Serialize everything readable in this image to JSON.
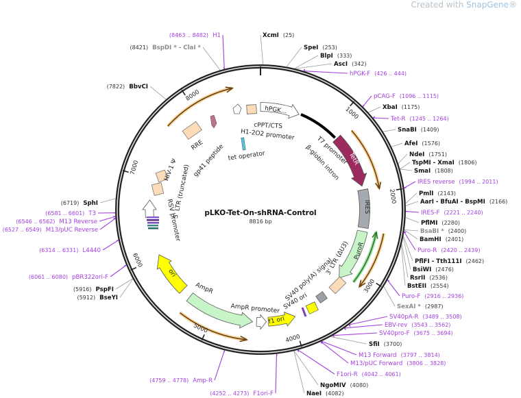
{
  "watermark": {
    "prefix": "Created with ",
    "brand": "SnapGene",
    "suffix": "®"
  },
  "plasmid": {
    "name": "pLKO-Tet-On-shRNA-Control",
    "length": "8816 bp"
  },
  "ticks": [
    "1000",
    "2000",
    "3000",
    "4000",
    "5000",
    "6000",
    "7000",
    "8000"
  ],
  "sites": [
    {
      "name": "H1",
      "pos": "(8463 .. 8482)",
      "kind": "primer"
    },
    {
      "name": "BspDI * - ClaI *",
      "pos": "(8421)",
      "kind": "nonunique"
    },
    {
      "name": "XcmI",
      "pos": "(25)",
      "kind": "enzyme"
    },
    {
      "name": "SpeI",
      "pos": "(253)",
      "kind": "enzyme"
    },
    {
      "name": "BlpI",
      "pos": "(333)",
      "kind": "enzyme"
    },
    {
      "name": "AscI",
      "pos": "(342)",
      "kind": "enzyme"
    },
    {
      "name": "hPGK-F",
      "pos": "(426 .. 444)",
      "kind": "primer"
    },
    {
      "name": "BbvCI",
      "pos": "(7822)",
      "kind": "enzyme"
    },
    {
      "name": "pCAG-F",
      "pos": "(1096 .. 1115)",
      "kind": "primer"
    },
    {
      "name": "XbaI",
      "pos": "(1175)",
      "kind": "enzyme"
    },
    {
      "name": "Tet-R",
      "pos": "(1245 .. 1264)",
      "kind": "primer"
    },
    {
      "name": "SnaBI",
      "pos": "(1409)",
      "kind": "enzyme"
    },
    {
      "name": "AfeI",
      "pos": "(1576)",
      "kind": "enzyme"
    },
    {
      "name": "NdeI",
      "pos": "(1751)",
      "kind": "enzyme"
    },
    {
      "name": "TspMI - XmaI",
      "pos": "(1806)",
      "kind": "enzyme"
    },
    {
      "name": "SmaI",
      "pos": "(1808)",
      "kind": "enzyme"
    },
    {
      "name": "IRES reverse",
      "pos": "(1994 .. 2011)",
      "kind": "primer"
    },
    {
      "name": "PmlI",
      "pos": "(2143)",
      "kind": "enzyme"
    },
    {
      "name": "AarI - BfuAI - BspMI",
      "pos": "(2166)",
      "kind": "enzyme"
    },
    {
      "name": "IRES-F",
      "pos": "(2221 .. 2240)",
      "kind": "primer"
    },
    {
      "name": "PflMI",
      "pos": "(2280)",
      "kind": "enzyme"
    },
    {
      "name": "BsaBI *",
      "pos": "(2400)",
      "kind": "nonunique"
    },
    {
      "name": "BamHI",
      "pos": "(2401)",
      "kind": "enzyme"
    },
    {
      "name": "Puro-R",
      "pos": "(2420 .. 2439)",
      "kind": "primer"
    },
    {
      "name": "PflFI - Tth111I",
      "pos": "(2462)",
      "kind": "enzyme"
    },
    {
      "name": "BsiWI",
      "pos": "(2476)",
      "kind": "enzyme"
    },
    {
      "name": "RsrII",
      "pos": "(2536)",
      "kind": "enzyme"
    },
    {
      "name": "BstEII",
      "pos": "(2554)",
      "kind": "enzyme"
    },
    {
      "name": "Puro-F",
      "pos": "(2916 .. 2936)",
      "kind": "primer"
    },
    {
      "name": "SexAI *",
      "pos": "(2987)",
      "kind": "nonunique"
    },
    {
      "name": "SV40pA-R",
      "pos": "(3489 .. 3508)",
      "kind": "primer"
    },
    {
      "name": "EBV-rev",
      "pos": "(3543 .. 3562)",
      "kind": "primer"
    },
    {
      "name": "SV40pro-F",
      "pos": "(3675 .. 3694)",
      "kind": "primer"
    },
    {
      "name": "SfiI",
      "pos": "(3700)",
      "kind": "enzyme"
    },
    {
      "name": "M13 Forward",
      "pos": "(3797 .. 3814)",
      "kind": "primer"
    },
    {
      "name": "M13/pUC Forward",
      "pos": "(3806 .. 3828)",
      "kind": "primer"
    },
    {
      "name": "F1ori-R",
      "pos": "(4042 .. 4061)",
      "kind": "primer"
    },
    {
      "name": "NgoMIV",
      "pos": "(4080)",
      "kind": "enzyme"
    },
    {
      "name": "NaeI",
      "pos": "(4082)",
      "kind": "enzyme"
    },
    {
      "name": "F1ori-F",
      "pos": "(4252 .. 4273)",
      "kind": "primer"
    },
    {
      "name": "Amp-R",
      "pos": "(4759 .. 4778)",
      "kind": "primer"
    },
    {
      "name": "SphI",
      "pos": "(6719)",
      "kind": "enzyme"
    },
    {
      "name": "T3",
      "pos": "(6581 .. 6601)",
      "kind": "primer"
    },
    {
      "name": "M13 Reverse",
      "pos": "(6546 .. 6562)",
      "kind": "primer"
    },
    {
      "name": "M13/pUC Reverse",
      "pos": "(6527 .. 6549)",
      "kind": "primer"
    },
    {
      "name": "L4440",
      "pos": "(6314 .. 6331)",
      "kind": "primer"
    },
    {
      "name": "pBR322ori-F",
      "pos": "(6061 .. 6080)",
      "kind": "primer"
    },
    {
      "name": "PspFI",
      "pos": "(5916)",
      "kind": "enzyme"
    },
    {
      "name": "BseYI",
      "pos": "(5912)",
      "kind": "enzyme"
    }
  ],
  "features": {
    "hpgk": "hPGK...",
    "cppt": "cPPT/CTS",
    "h1": "H1-2O2 promoter",
    "tetop": "tet operator",
    "t7": "T7 promoter",
    "bglobin": "β-globin intron",
    "tetr": "TetR",
    "ires": "IRES",
    "puror": "PuroR",
    "ltr3": "3' LTR (ΔU3)",
    "sv40pa": "SV40 poly(A) signal",
    "sv40ori": "SV40 ori",
    "f1ori": "f1 ori",
    "ampprom": "AmpR promoter",
    "ampr": "AmpR",
    "ori": "ori",
    "rsv": "RSV promoter",
    "ltr5": "5' LTR (truncated)",
    "hiv": "HIV-1 Ψ",
    "rre": "RRE",
    "gp41": "gp41 peptide"
  },
  "colors": {
    "primer": "#a23ee0",
    "enzyme": "#111111",
    "nonunique": "#8c8c8c",
    "tetr": "#9c2a5e",
    "ires": "#a4aab0",
    "resistance": "#c8f5c8",
    "ori": "#ffff00",
    "ltr": "#fcdcb8",
    "orf": "#f0b050"
  }
}
